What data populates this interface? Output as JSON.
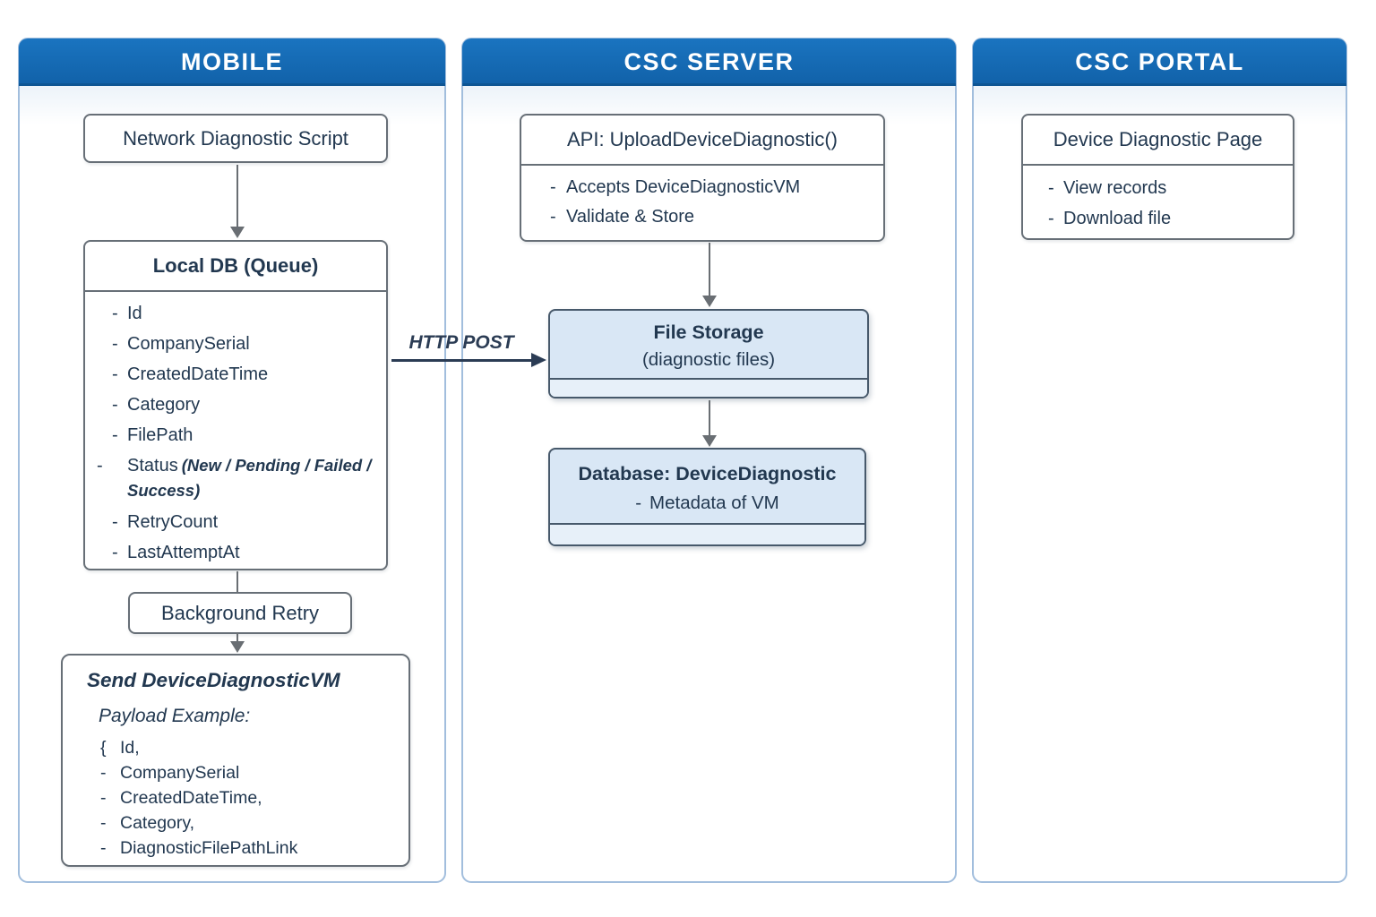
{
  "colors": {
    "header_blue": "#1569b4",
    "panel_border": "#a2bedd",
    "text_navy": "#223850",
    "white_box_border": "#676f77",
    "arrow_gray": "#696e73",
    "storage_fill": "#d9e7f5",
    "storage_footer_fill": "#e7f0f9",
    "storage_border": "#47596b",
    "http_post_color": "#2b3c54"
  },
  "panels": {
    "mobile": {
      "title": "MOBILE"
    },
    "server": {
      "title": "CSC SERVER"
    },
    "portal": {
      "title": "CSC PORTAL"
    }
  },
  "mobile": {
    "script_box": {
      "label": "Network Diagnostic Script"
    },
    "local_db": {
      "title": "Local DB (Queue)",
      "items": [
        {
          "bullet": "-",
          "text": "Id"
        },
        {
          "bullet": "-",
          "text": "CompanySerial"
        },
        {
          "bullet": "-",
          "text": "CreatedDateTime"
        },
        {
          "bullet": "-",
          "text": "Category"
        },
        {
          "bullet": "-",
          "text": "FilePath"
        },
        {
          "bullet": "-",
          "text": "Status",
          "note": "(New / Pending / Failed / Success)"
        },
        {
          "bullet": "-",
          "text": "RetryCount"
        },
        {
          "bullet": "-",
          "text": "LastAttemptAt"
        }
      ]
    },
    "background_retry": {
      "label": "Background Retry"
    },
    "send_box": {
      "title": "Send DeviceDiagnosticVM",
      "subtitle": "Payload Example:",
      "lines": [
        {
          "bullet": "{",
          "text": "Id,"
        },
        {
          "bullet": "-",
          "text": "CompanySerial"
        },
        {
          "bullet": "-",
          "text": "CreatedDateTime,"
        },
        {
          "bullet": "-",
          "text": "Category,"
        },
        {
          "bullet": "-",
          "text": "DiagnosticFilePathLink"
        }
      ]
    }
  },
  "server": {
    "api_box": {
      "title": "API: UploadDeviceDiagnostic()",
      "items": [
        {
          "bullet": "-",
          "text": "Accepts DeviceDiagnosticVM"
        },
        {
          "bullet": "-",
          "text": "Validate & Store"
        }
      ]
    },
    "file_storage": {
      "title": "File Storage",
      "subtitle": "(diagnostic files)"
    },
    "database": {
      "prefix": "Database:",
      "name": "DeviceDiagnostic",
      "item_bullet": "-",
      "item": "Metadata of VM"
    }
  },
  "portal": {
    "page_box": {
      "title": "Device Diagnostic Page",
      "items": [
        {
          "bullet": "-",
          "text": "View records"
        },
        {
          "bullet": "-",
          "text": "Download file"
        }
      ]
    }
  },
  "connections": {
    "http_post_label": "HTTP POST"
  }
}
